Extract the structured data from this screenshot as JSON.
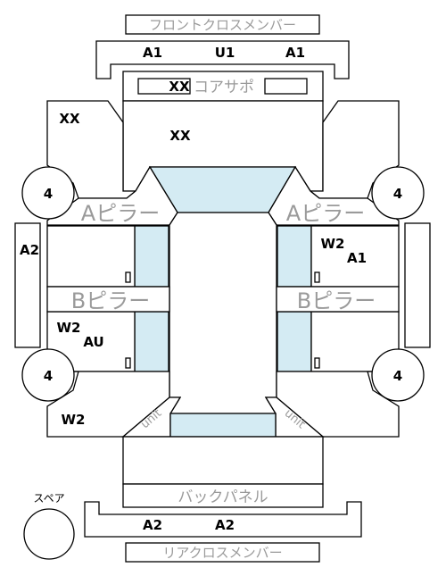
{
  "labels": {
    "front_cross_member": "フロントクロスメンバー",
    "core_support": "コアサポ",
    "a_pillar": "Aピラー",
    "b_pillar": "Bピラー",
    "unit": "unit",
    "back_panel": "バックパネル",
    "rear_cross_member": "リアクロスメンバー",
    "spare": "スペア"
  },
  "codes": {
    "front_member_left": "A1",
    "front_member_center": "U1",
    "front_member_right": "A1",
    "core_support": "XX",
    "left_front_fender": "XX",
    "hood": "XX",
    "left_rocker": "A2",
    "right_front_door_1": "W2",
    "right_front_door_2": "A1",
    "left_rear_door_1": "W2",
    "left_rear_door_2": "AU",
    "left_rear_fender": "W2",
    "rear_member_left": "A2",
    "rear_member_right": "A2"
  },
  "wheels": {
    "front_left": "4",
    "front_right": "4",
    "rear_left": "4",
    "rear_right": "4"
  },
  "colors": {
    "line": "#000000",
    "glass": "#d4ebf3",
    "label_gray": "#9a9a9a"
  }
}
